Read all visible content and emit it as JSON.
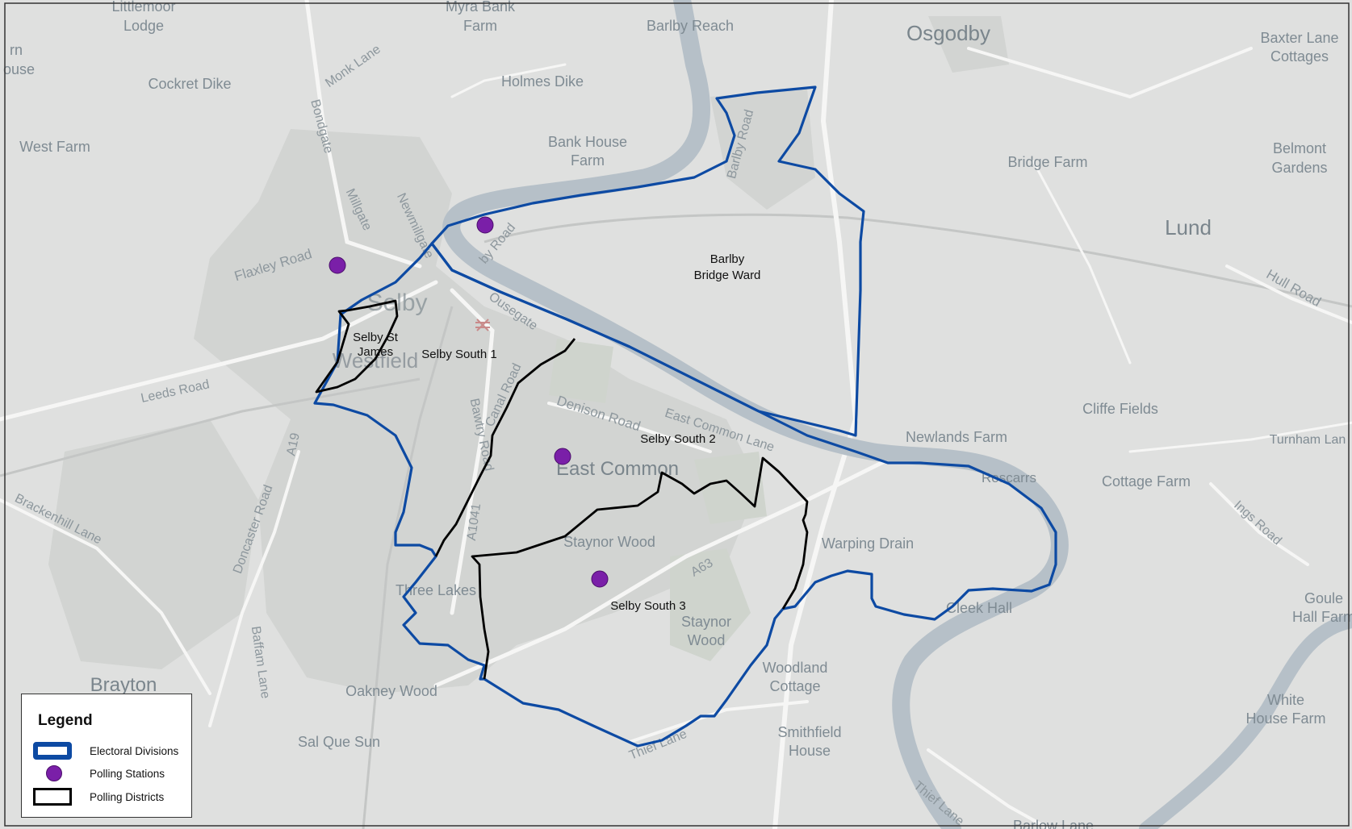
{
  "map": {
    "colors": {
      "background": "#dfe0df",
      "river": "#b6c0c8",
      "roads": "#f6f6f5",
      "urban": "#d2d4d2",
      "electoral_division": "#0d4aa3",
      "polling_district": "#000000",
      "polling_station": "#7a1fa8"
    },
    "place_labels": [
      {
        "text": "Littlemoor"
      },
      {
        "text": "Lodge"
      },
      {
        "text": "Myra Bank"
      },
      {
        "text": "Farm"
      },
      {
        "text": "Barlby Reach"
      },
      {
        "text": "Osgodby"
      },
      {
        "text": "Baxter Lane"
      },
      {
        "text": "Cottages"
      },
      {
        "text": "Cockret Dike"
      },
      {
        "text": "Holmes Dike"
      },
      {
        "text": "West Farm"
      },
      {
        "text": "Bank House"
      },
      {
        "text": "Farm"
      },
      {
        "text": "Bridge Farm"
      },
      {
        "text": "Belmont"
      },
      {
        "text": "Gardens"
      },
      {
        "text": "Lund"
      },
      {
        "text": "Selby"
      },
      {
        "text": "Westfield"
      },
      {
        "text": "Cliffe Fields"
      },
      {
        "text": "Newlands Farm"
      },
      {
        "text": "Turnham Lan"
      },
      {
        "text": "Roscarrs"
      },
      {
        "text": "Cottage Farm"
      },
      {
        "text": "East Common"
      },
      {
        "text": "Staynor Wood"
      },
      {
        "text": "Warping Drain"
      },
      {
        "text": "Three Lakes"
      },
      {
        "text": "Cleek Hall"
      },
      {
        "text": "Goule"
      },
      {
        "text": "Hall Farm"
      },
      {
        "text": "Staynor"
      },
      {
        "text": "Wood"
      },
      {
        "text": "Woodland"
      },
      {
        "text": "Cottage"
      },
      {
        "text": "Brayton"
      },
      {
        "text": "Oakney Wood"
      },
      {
        "text": "White"
      },
      {
        "text": "House Farm"
      },
      {
        "text": "Smithfield"
      },
      {
        "text": "House"
      },
      {
        "text": "Sal Que Sun"
      },
      {
        "text": "Barlow Lane"
      },
      {
        "text": "rn"
      },
      {
        "text": "ouse"
      }
    ],
    "road_labels": [
      {
        "text": "Monk Lane"
      },
      {
        "text": "Bondgate"
      },
      {
        "text": "Millgate"
      },
      {
        "text": "Newmillgate"
      },
      {
        "text": "Flaxley Road"
      },
      {
        "text": "Barlby Road"
      },
      {
        "text": "by Road"
      },
      {
        "text": "Ousegate"
      },
      {
        "text": "Leeds Road"
      },
      {
        "text": "Canal Road"
      },
      {
        "text": "Bawtry Road"
      },
      {
        "text": "Denison Road"
      },
      {
        "text": "East Common Lane"
      },
      {
        "text": "A19"
      },
      {
        "text": "A1041"
      },
      {
        "text": "A63"
      },
      {
        "text": "Brackenhill Lane"
      },
      {
        "text": "Doncaster Road"
      },
      {
        "text": "Baffam Lane"
      },
      {
        "text": "Hull Road"
      },
      {
        "text": "Ings Road"
      },
      {
        "text": "Thief Lane"
      },
      {
        "text": "Thief Lane"
      }
    ],
    "district_labels": [
      {
        "text": "Barlby"
      },
      {
        "text": "Bridge Ward"
      },
      {
        "text": "Selby St"
      },
      {
        "text": "James"
      },
      {
        "text": "Selby South 1"
      },
      {
        "text": "Selby South 2"
      },
      {
        "text": "Selby South 3"
      }
    ],
    "polling_stations": [
      {
        "name": "polling-station"
      },
      {
        "name": "polling-station"
      },
      {
        "name": "polling-station"
      },
      {
        "name": "polling-station"
      }
    ]
  },
  "legend": {
    "title": "Legend",
    "items": [
      {
        "label": "Electoral Divisions"
      },
      {
        "label": "Polling Stations"
      },
      {
        "label": "Polling Districts"
      }
    ]
  }
}
